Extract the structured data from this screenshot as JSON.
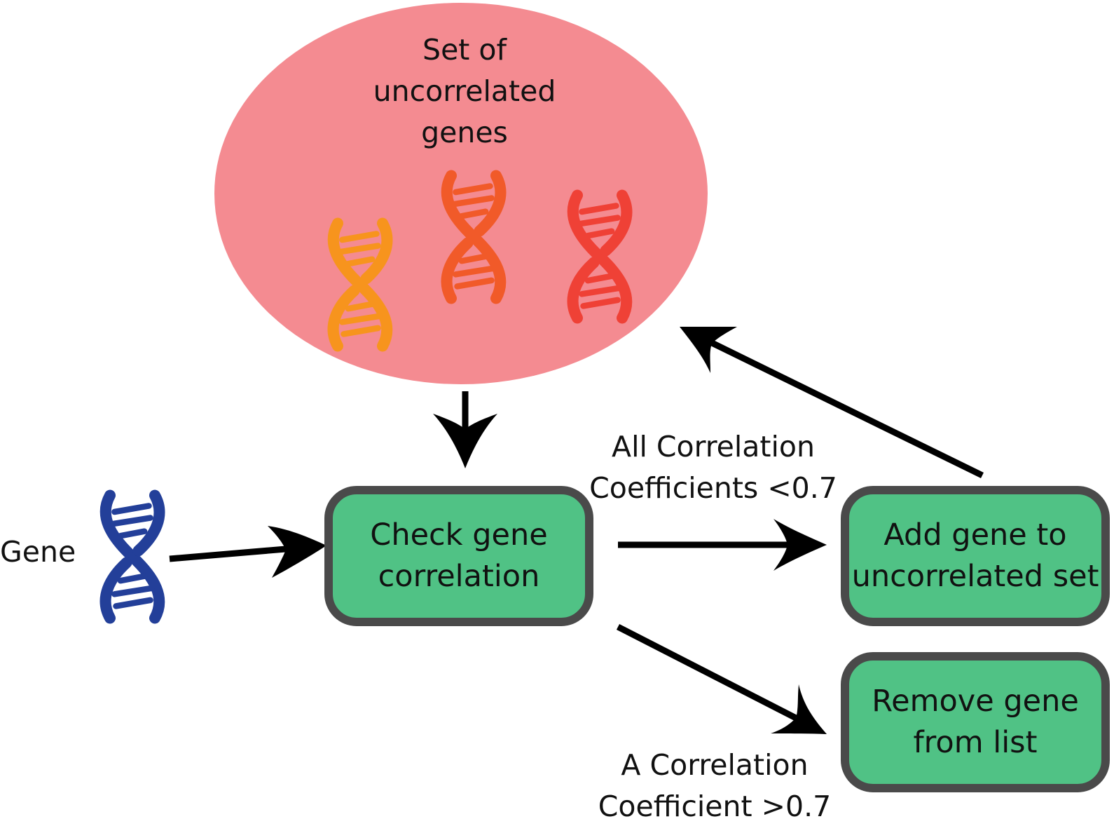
{
  "colors": {
    "ellipse_fill": "#f48b91",
    "box_fill": "#50c285",
    "box_border": "#4a4a4a",
    "arrow": "#000000",
    "dna_orange": "#f7941d",
    "dna_red_orange": "#f15a29",
    "dna_red": "#ef4136",
    "dna_blue": "#233f99"
  },
  "set": {
    "title_lines": [
      "Set of",
      "uncorrelated",
      "genes"
    ],
    "icons": [
      "dna-icon",
      "dna-icon",
      "dna-icon"
    ]
  },
  "gene": {
    "label": "Gene",
    "icon": "dna-icon"
  },
  "nodes": {
    "check": {
      "lines": [
        "Check gene",
        "correlation"
      ]
    },
    "add": {
      "lines": [
        "Add gene to",
        "uncorrelated set"
      ]
    },
    "remove": {
      "lines": [
        "Remove gene",
        "from list"
      ]
    }
  },
  "edges": {
    "uncorrelated": {
      "lines": [
        "All Correlation",
        "Coefficients <0.7"
      ]
    },
    "correlated": {
      "lines": [
        "A Correlation",
        "Coefficient >0.7"
      ]
    }
  }
}
